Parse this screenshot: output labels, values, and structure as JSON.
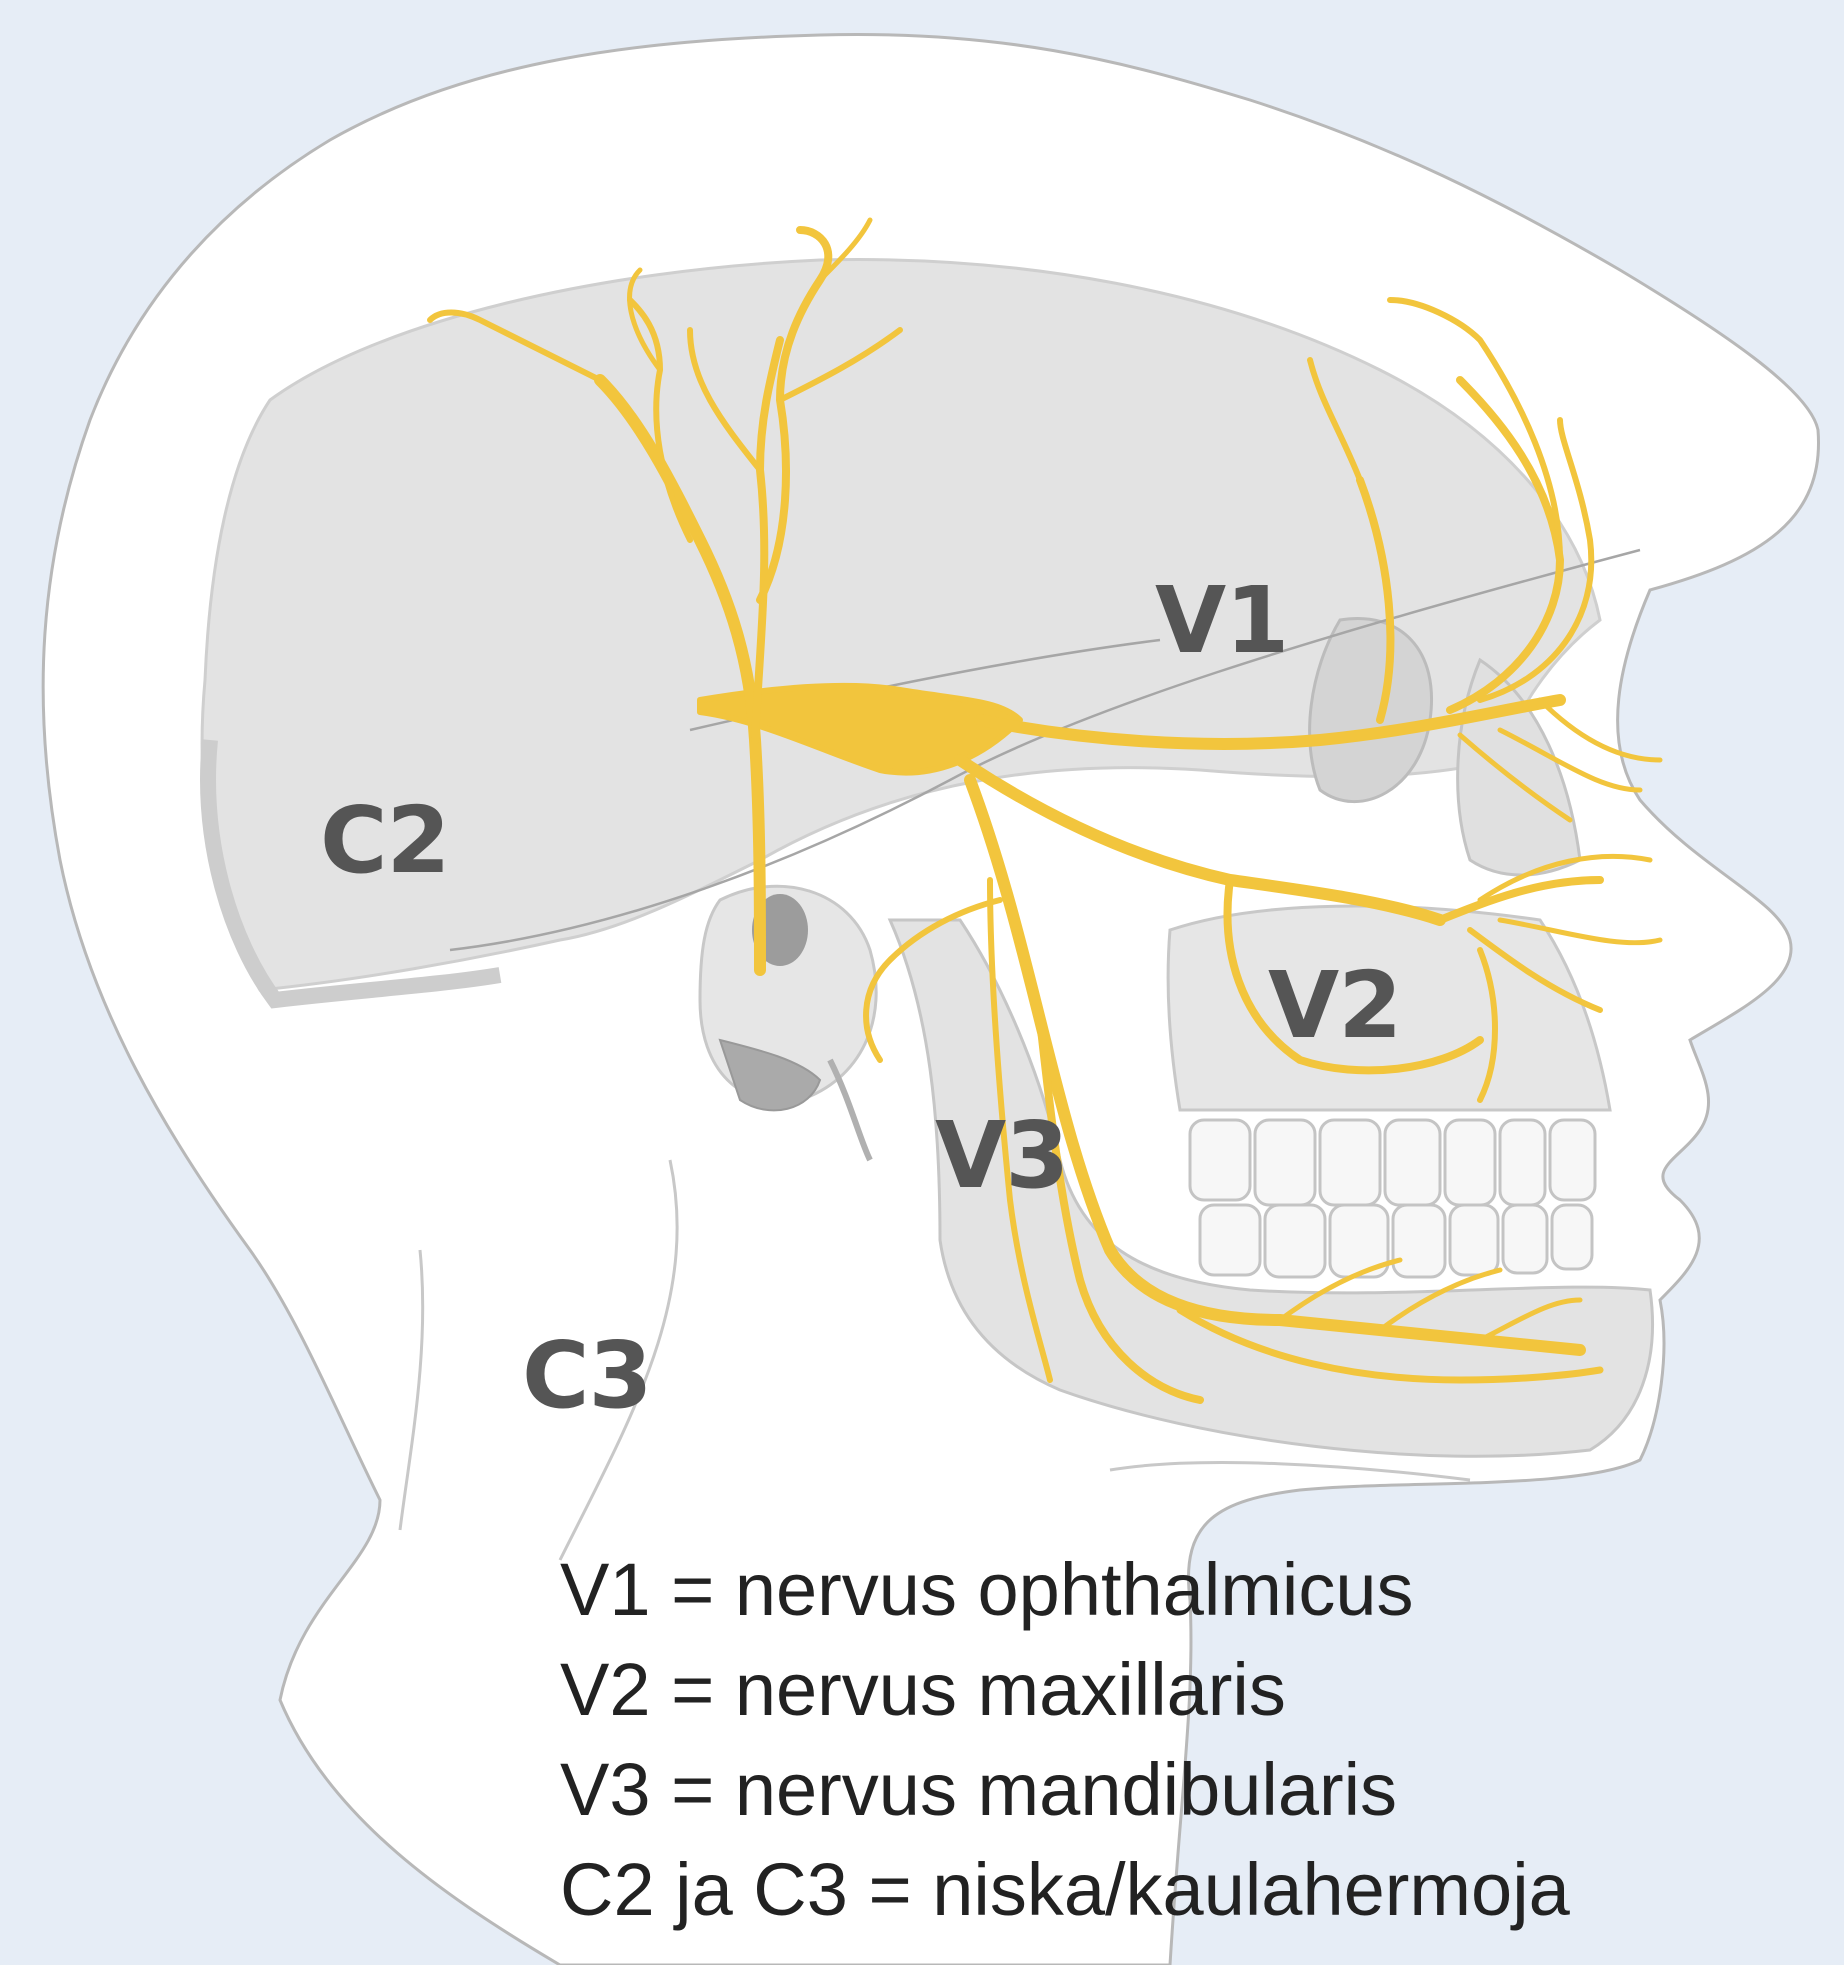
{
  "labels": {
    "v1": "V1",
    "v2": "V2",
    "v3": "V3",
    "c2": "C2",
    "c3": "C3"
  },
  "legend": [
    "V1 = nervus ophthalmicus",
    "V2 = nervus maxillaris",
    "V3 = nervus mandibularis",
    "C2 ja C3 = niska/kaulahermoja"
  ],
  "colors": {
    "background": "#e6edf6",
    "head": "#ffffff",
    "skull": "#e2e2e2",
    "nerve": "#f2c53d",
    "label": "#555555"
  }
}
